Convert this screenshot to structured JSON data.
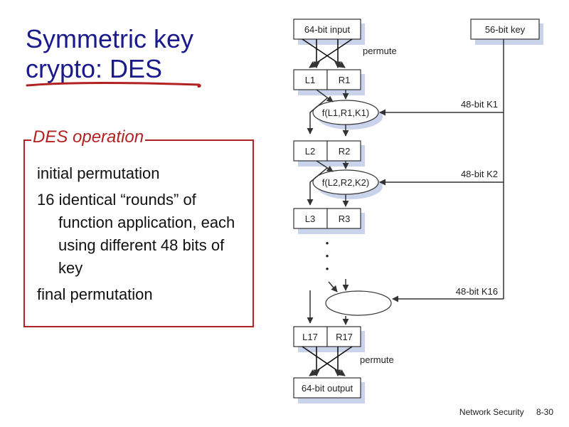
{
  "slide": {
    "title_line1": "Symmetric key",
    "title_line2": "crypto: DES",
    "accent_color": "#b22222",
    "title_color": "#1a1a8c"
  },
  "operation": {
    "label": "DES operation",
    "bullets": [
      "initial permutation",
      "16 identical “rounds” of function application, each using different 48 bits of key",
      "final permutation"
    ]
  },
  "diagram": {
    "input": "64-bit input",
    "key": "56-bit key",
    "permute_top": "permute",
    "rounds": [
      {
        "left": "L1",
        "right": "R1",
        "func": "f(L1,R1,K1)",
        "key": "48-bit K1"
      },
      {
        "left": "L2",
        "right": "R2",
        "func": "f(L2,R2,K2)",
        "key": "48-bit K2"
      },
      {
        "left": "L3",
        "right": "R3"
      }
    ],
    "ellipsis": "•",
    "last_key": "48-bit K16",
    "final_left": "L17",
    "final_right": "R17",
    "permute_bottom": "permute",
    "output": "64-bit output"
  },
  "footer": {
    "course": "Network Security",
    "page": "8-30"
  }
}
